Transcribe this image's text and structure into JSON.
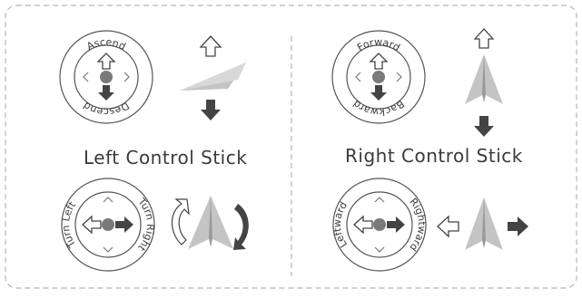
{
  "left_panel": {
    "title": "Left Control Stick",
    "top_stick": {
      "top_label": "Ascend",
      "bottom_label": "Descend"
    },
    "bottom_stick": {
      "left_label": "Turn Left",
      "right_label": "Turn Right"
    }
  },
  "right_panel": {
    "title": "Right Control Stick",
    "top_stick": {
      "top_label": "Forward",
      "bottom_label": "Backward"
    },
    "bottom_stick": {
      "left_label": "Leftward",
      "right_label": "Rightward"
    }
  },
  "colors": {
    "frame_dash": "#b5b5b5",
    "ring": "#555555",
    "arrow_fill": "#444444",
    "knob": "#7a7a7a",
    "aircraft": "#c4c4c4",
    "aircraft_dark": "#9a9a9a",
    "text": "#3a3a3a"
  },
  "icons": [
    "up-arrow-outline-icon",
    "down-arrow-filled-icon",
    "left-arrow-outline-icon",
    "right-arrow-filled-icon",
    "rotate-ccw-outline-icon",
    "rotate-cw-filled-icon",
    "aircraft-icon"
  ]
}
